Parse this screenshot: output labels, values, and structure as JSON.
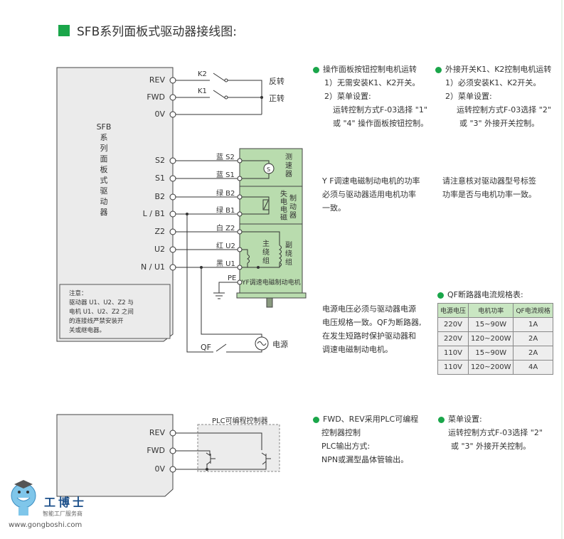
{
  "title": "SFB系列面板式驱动器接线图:",
  "driver": {
    "name_chars": [
      "SFB",
      "系",
      "列",
      "面",
      "板",
      "式",
      "驱",
      "动",
      "器"
    ],
    "terminals": [
      "REV",
      "FWD",
      "0V",
      "S2",
      "S1",
      "B2",
      "L / B1",
      "Z2",
      "U2",
      "N / U1"
    ],
    "note": [
      "注意：",
      "驱动器 U1、U2、Z2 与",
      "电机 U1、U2、Z2 之间",
      "的连接线严禁安装开",
      "关或继电器。"
    ]
  },
  "switches": {
    "k2": "K2",
    "k1": "K1",
    "reverse": "反转",
    "forward": "正转",
    "qf": "QF",
    "power": "电源",
    "ground": "PE"
  },
  "wires": [
    "蓝 S2",
    "蓝 S1",
    "绿 B2",
    "绿 B1",
    "白 Z2",
    "红 U2",
    "黑 U1"
  ],
  "motor": {
    "tach": "测速器",
    "brake1": "失电电磁",
    "brake2": "制动器",
    "main": "主绕组",
    "aux": "副绕组",
    "name": "YF调速电磁制动电机"
  },
  "right_top": {
    "col1": {
      "head": "操作面板按钮控制电机运转",
      "lines": [
        "1）无需安装K1、K2开关。",
        "2）菜单设置:",
        "运转控制方式F-03选择 \"1\"",
        "或 \"4\" 操作面板按钮控制。"
      ]
    },
    "col2": {
      "head": "外接开关K1、K2控制电机运转",
      "lines": [
        "1）必须安装K1、K2开关。",
        "2）菜单设置:",
        "运转控制方式F-03选择 \"2\"",
        "或 \"3\" 外接开关控制。"
      ]
    }
  },
  "mid": {
    "power_note": [
      "Y F调速电磁制动电机的功率",
      "必须与驱动器适用电机功率",
      "一致。"
    ],
    "label_note": [
      "请注意核对驱动器型号标签",
      "功率是否与电机功率一致。"
    ],
    "voltage_note": [
      "电源电压必须与驱动器电源",
      "电压规格一致。QF为断路器,",
      "在发生短路时保护驱动器和",
      "调速电磁制动电机。"
    ]
  },
  "qf_table": {
    "title": "QF断路器电流规格表:",
    "headers": [
      "电源电压",
      "电机功率",
      "QF电流规格"
    ],
    "rows": [
      [
        "220V",
        "15~90W",
        "1A"
      ],
      [
        "220V",
        "120~200W",
        "2A"
      ],
      [
        "110V",
        "15~90W",
        "2A"
      ],
      [
        "110V",
        "120~200W",
        "4A"
      ]
    ]
  },
  "plc": {
    "box_label": "PLC可编程控制器",
    "terminals": [
      "REV",
      "FWD",
      "0V"
    ],
    "col1": {
      "head": "FWD、REV采用PLC可编程",
      "lines": [
        "控制器控制",
        "PLC输出方式:",
        "NPN或漏型晶体管输出。"
      ]
    },
    "col2": {
      "head": "菜单设置:",
      "lines": [
        "运转控制方式F-03选择 \"2\"",
        "或 \"3\" 外接开关控制。"
      ]
    }
  },
  "watermark": {
    "brand": "工博士",
    "tagline": "智能工厂服务商",
    "url": "www.gongboshi.com"
  },
  "colors": {
    "accent": "#1aa64a",
    "motor": "#b9dcae",
    "panel": "#ebebeb"
  }
}
